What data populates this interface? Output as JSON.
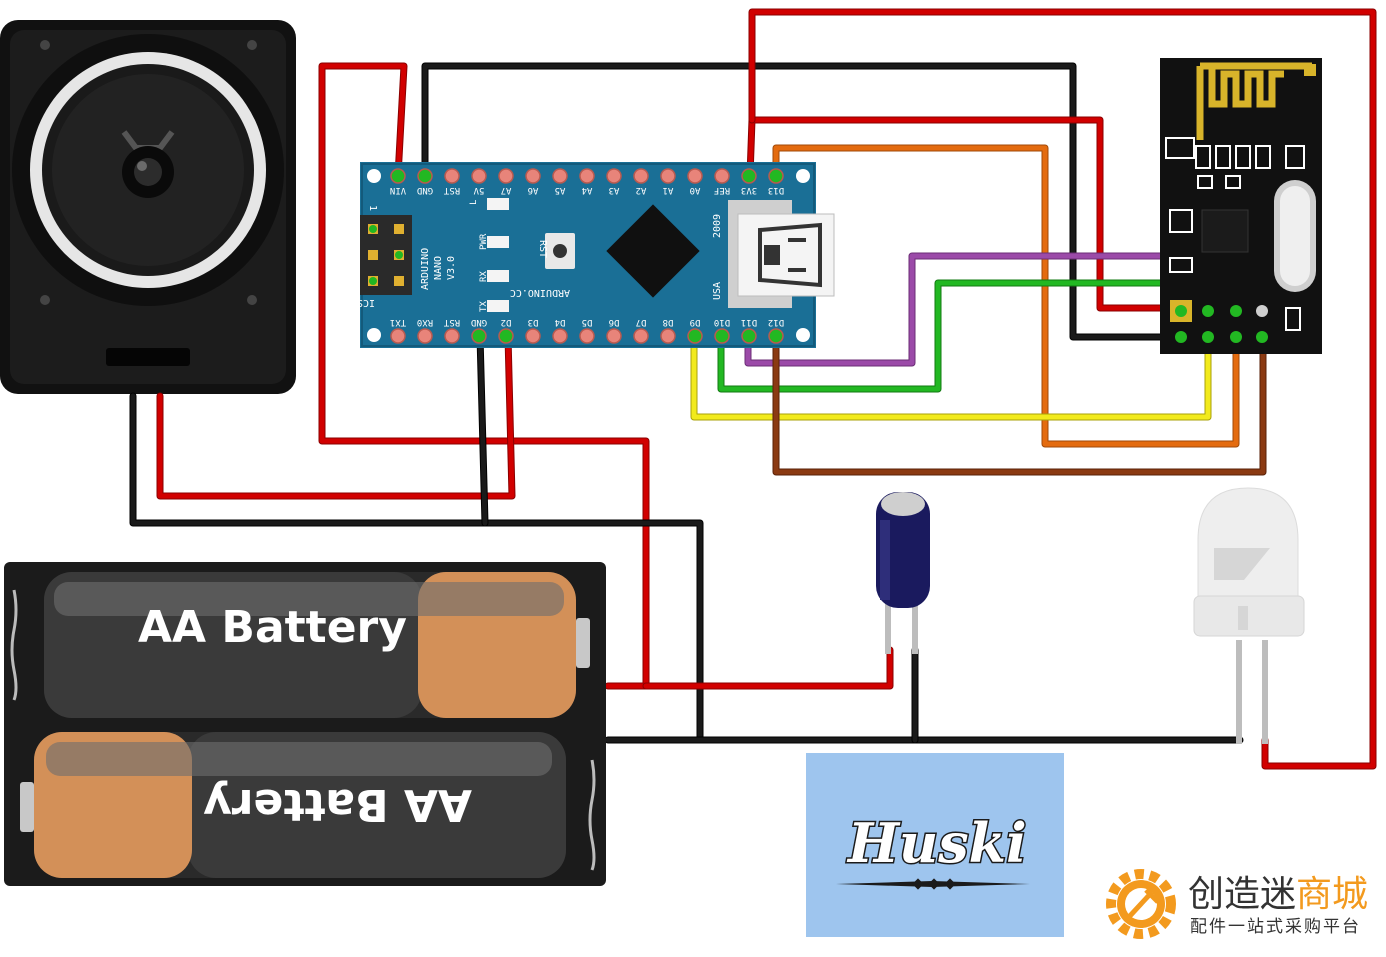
{
  "arduino": {
    "name": "ARDUINO",
    "model": "NANO",
    "version": "V3.0",
    "site": "ARDUINO.CC",
    "year": "2009",
    "country": "USA",
    "icsp": "ICSP",
    "icsp_pin1": "1",
    "rst_button": "RST",
    "leds": [
      "L",
      "PWR",
      "RX",
      "TX"
    ],
    "top_pins": [
      "VIN",
      "GND",
      "RST",
      "5V",
      "A7",
      "A6",
      "A5",
      "A4",
      "A3",
      "A2",
      "A1",
      "A0",
      "REF",
      "3V3",
      "D13"
    ],
    "bottom_pins": [
      "TX1",
      "RX0",
      "RST",
      "GND",
      "D2",
      "D3",
      "D4",
      "D5",
      "D6",
      "D7",
      "D8",
      "D9",
      "D10",
      "D11",
      "D12"
    ]
  },
  "battery": {
    "label_top": "AA Battery",
    "label_bottom": "AA Battery"
  },
  "logo": {
    "text": "Huski"
  },
  "brand": {
    "name_part1": "创造迷",
    "name_part2": "商城",
    "tagline": "配件一站式采购平台",
    "color_dark": "#333333",
    "color_accent": "#f39a1e"
  },
  "wire_colors": {
    "red": "#d10000",
    "black": "#1a1a1a",
    "orange": "#e46b0f",
    "purple": "#9b4aa8",
    "green": "#22b822",
    "yellow": "#f2ea1c",
    "brown": "#8b3a12"
  },
  "board_color": "#1a6f96"
}
